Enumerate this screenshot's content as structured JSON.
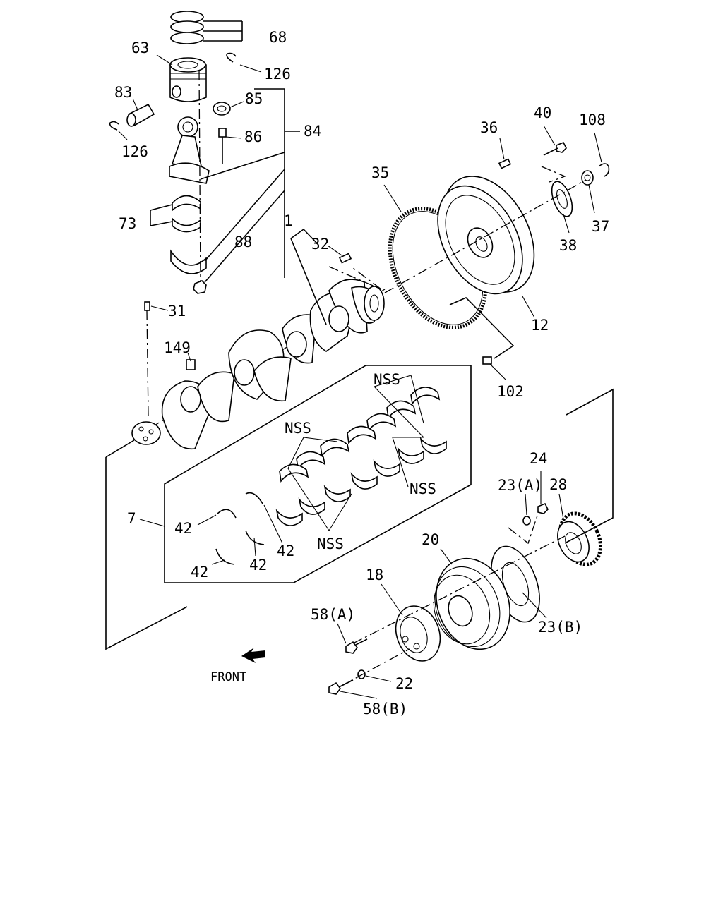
{
  "labels": {
    "l68": "68",
    "l63": "63",
    "l126a": "126",
    "l83": "83",
    "l85": "85",
    "l126b": "126",
    "l86": "86",
    "l84": "84",
    "l73": "73",
    "l88": "88",
    "l1": "1",
    "l32": "32",
    "l31": "31",
    "l149": "149",
    "l35": "35",
    "l36": "36",
    "l40": "40",
    "l108": "108",
    "l37": "37",
    "l38": "38",
    "l12": "12",
    "l102": "102",
    "lnss1": "NSS",
    "lnss2": "NSS",
    "lnss3": "NSS",
    "lnss4": "NSS",
    "l7": "7",
    "l42a": "42",
    "l42b": "42",
    "l42c": "42",
    "l42d": "42",
    "l24": "24",
    "l23a": "23(A)",
    "l28": "28",
    "l20": "20",
    "l18": "18",
    "l23b": "23(B)",
    "l58a": "58(A)",
    "l22": "22",
    "l58b": "58(B)",
    "front": "FRONT"
  }
}
